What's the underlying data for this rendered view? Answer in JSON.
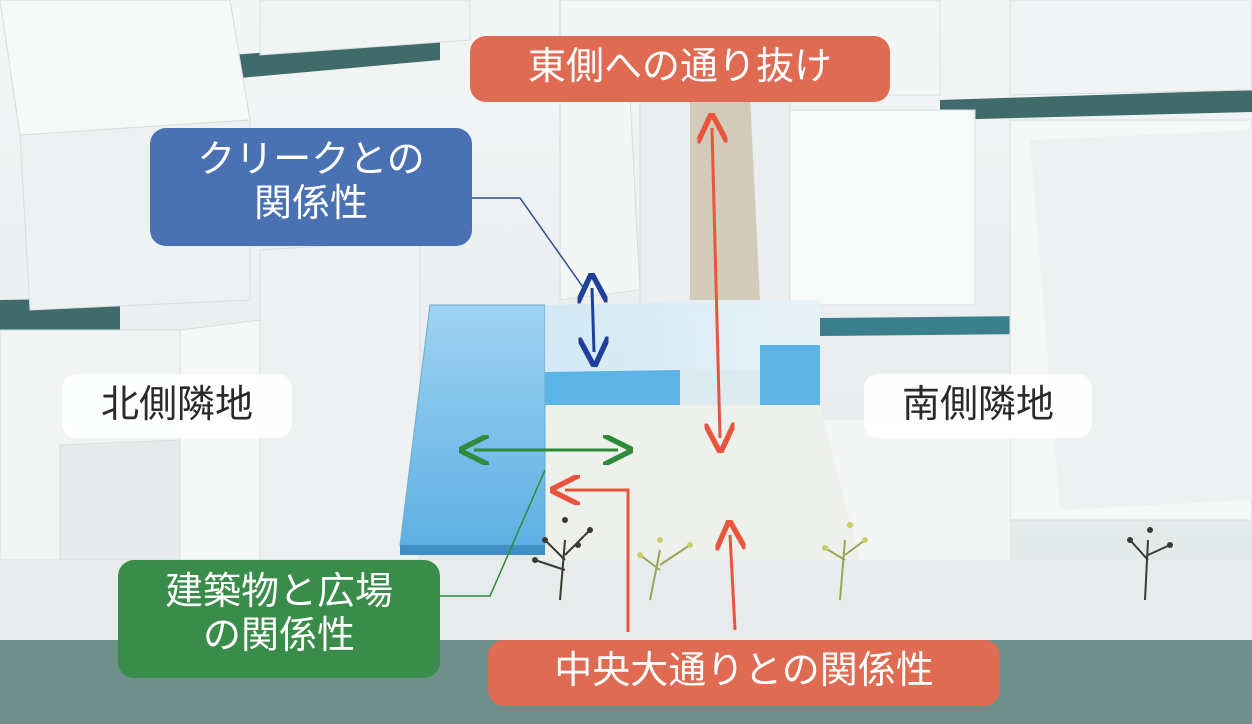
{
  "labels": {
    "east_passage": "東側への通り抜け",
    "creek_line1": "クリークとの",
    "creek_line2": "関係性",
    "north_neighbor": "北側隣地",
    "south_neighbor": "南側隣地",
    "plaza_line1": "建築物と広場",
    "plaza_line2": "の関係性",
    "avenue": "中央大通りとの関係性"
  },
  "colors": {
    "red": "#df6b52",
    "blue": "#4a72b2",
    "green": "#3a8c4a",
    "arrow_red": "#e8553c",
    "arrow_blue": "#1f3f9a",
    "arrow_green": "#2f8a3c",
    "model_blue": "#7ec3ea"
  }
}
